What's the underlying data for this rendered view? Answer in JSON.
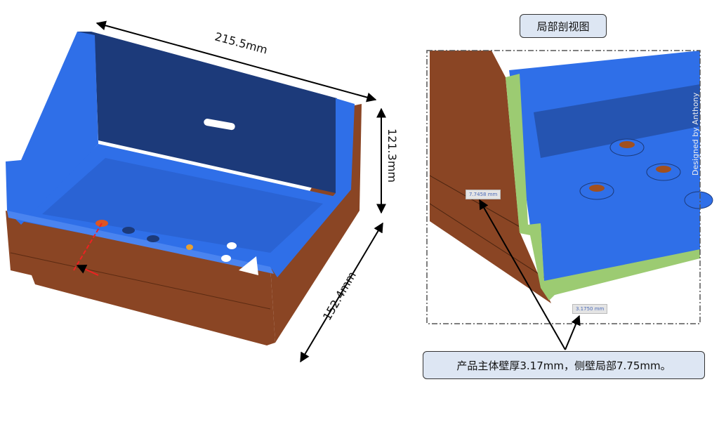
{
  "dimensions": {
    "length": "215.5mm",
    "height": "121.3mm",
    "width": "152.4mm"
  },
  "section_title": "局部剖视图",
  "measurements": {
    "side_wall": "7.7458 mm",
    "main_wall": "3.1750 mm"
  },
  "caption": "产品主体壁厚3.17mm，侧壁局部7.75mm。",
  "watermark": "Designed by Anthony",
  "colors": {
    "blue": "#2f6fe8",
    "dark_blue": "#1c3a7a",
    "brown": "#8a4524",
    "green": "#9ccb72"
  }
}
